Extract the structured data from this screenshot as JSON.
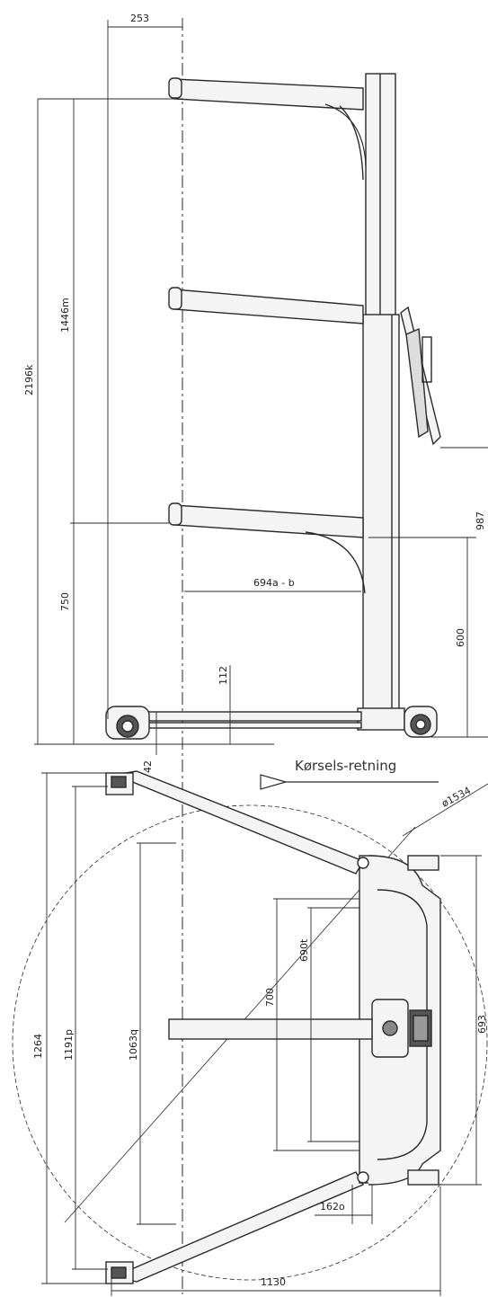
{
  "side_view": {
    "dims": {
      "top_offset": "253",
      "total_height": "2196k",
      "upper_arm_height": "1446m",
      "lower_arm_height": "750",
      "arm_reach": "694a - b",
      "chassis_height": "112",
      "ground_clearance": "42",
      "handle_height": "987",
      "mast_base_height": "600"
    },
    "direction_label": "Kørsels-retning"
  },
  "top_view": {
    "dims": {
      "turning_diameter": "ø1534",
      "outer_width": "1264",
      "inner_width": "1191p",
      "rail_length": "1063q",
      "mast_span": "700",
      "base_span": "690t",
      "rear_width": "693",
      "offset": "162o",
      "length": "1130"
    }
  },
  "colors": {
    "line": "#2a2a2a",
    "fill": "#f4f4f4",
    "dark": "#555555"
  }
}
